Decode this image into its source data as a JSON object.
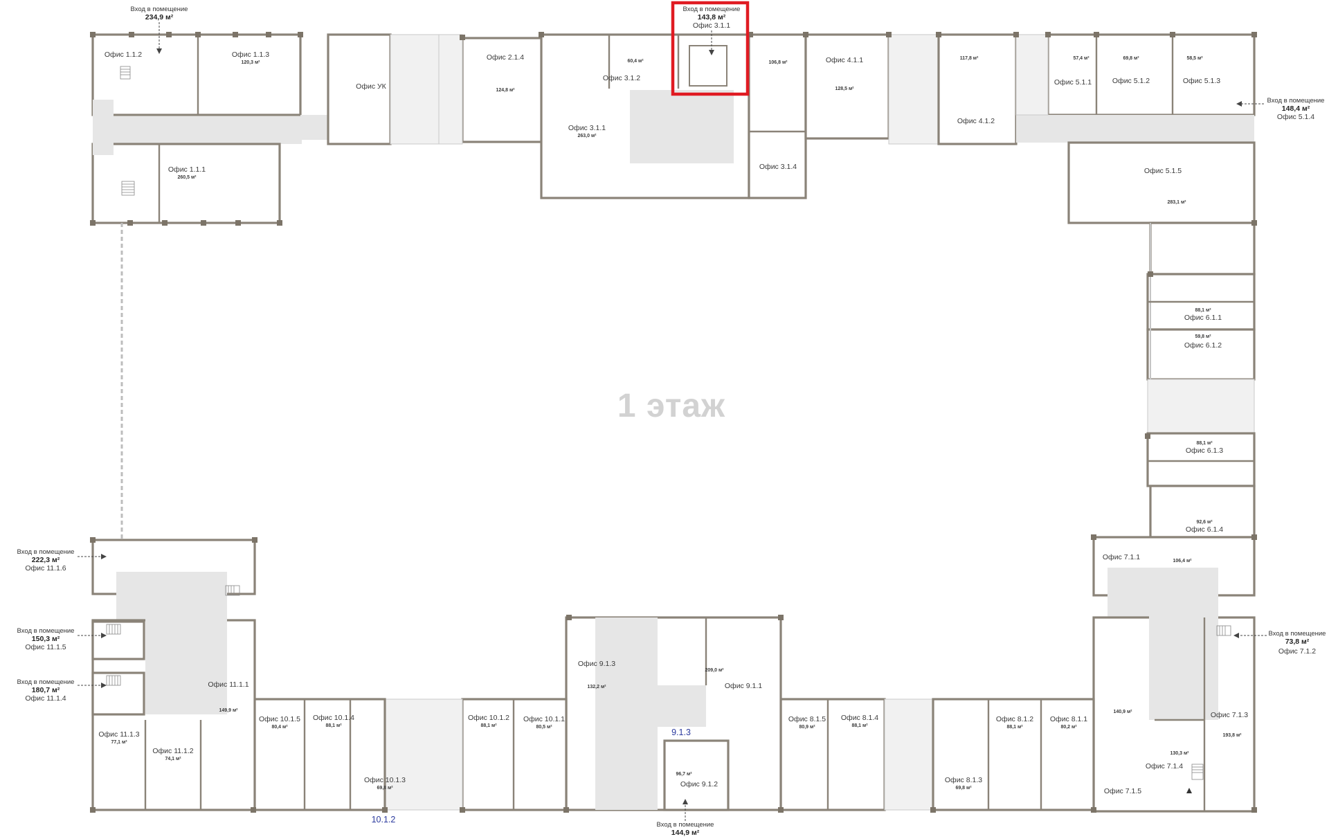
{
  "floor_label": "1 этаж",
  "offices": [
    {
      "label": "Офис 1.1.2",
      "area": "",
      "pos": "l"
    },
    {
      "label": "Офис 1.1.3",
      "area": "120,3 м²"
    },
    {
      "label": "Офис 1.1.1",
      "area": "260,5 м²"
    },
    {
      "label": "Офис УК",
      "area": ""
    },
    {
      "label": "Офис 2.1.4",
      "area": "124,8 м²"
    },
    {
      "label": "Офис 3.1.2",
      "area": "60,4 м²"
    },
    {
      "label": "Офис 3.1.1",
      "area": "263,0 м²"
    },
    {
      "label": "Офис 3.1.4",
      "area": "106,8 м²"
    },
    {
      "label": "Офис 4.1.1",
      "area": "128,5 м²"
    },
    {
      "label": "Офис 4.1.2",
      "area": "117,8 м²"
    },
    {
      "label": "Офис 5.1.1",
      "area": "57,4 м²"
    },
    {
      "label": "Офис 5.1.2",
      "area": "69,8 м²"
    },
    {
      "label": "Офис 5.1.3",
      "area": "58,5 м²"
    },
    {
      "label": "Офис 5.1.5",
      "area": "283,1 м²"
    },
    {
      "label": "Офис 6.1.1",
      "area": "88,1 м²"
    },
    {
      "label": "Офис 6.1.2",
      "area": "59,8 м²"
    },
    {
      "label": "Офис 6.1.3",
      "area": "88,1 м²"
    },
    {
      "label": "Офис 6.1.4",
      "area": "92,6 м²"
    },
    {
      "label": "Офис 7.1.1",
      "area": "106,4 м²"
    },
    {
      "label": "Офис 7.1.3",
      "area": "193,8 м²"
    },
    {
      "label": "Офис 7.1.4",
      "area": "130,3 м²"
    },
    {
      "label": "Офис 7.1.5",
      "area": "140,9 м²"
    },
    {
      "label": "Офис 8.1.1",
      "area": "80,2 м²"
    },
    {
      "label": "Офис 8.1.2",
      "area": "88,1 м²"
    },
    {
      "label": "Офис 8.1.3",
      "area": "69,8 м²"
    },
    {
      "label": "Офис 8.1.4",
      "area": "88,1 м²"
    },
    {
      "label": "Офис 8.1.5",
      "area": "80,9 м²"
    },
    {
      "label": "Офис 9.1.1",
      "area": "209,0 м²"
    },
    {
      "label": "Офис 9.1.2",
      "area": "96,7 м²"
    },
    {
      "label": "Офис 9.1.3",
      "area": "132,2 м²"
    },
    {
      "label": "Офис 10.1.1",
      "area": "80,5 м²"
    },
    {
      "label": "Офис 10.1.2",
      "area": "88,1 м²"
    },
    {
      "label": "Офис 10.1.3",
      "area": "69,8 м²"
    },
    {
      "label": "Офис 10.1.4",
      "area": "88,1 м²"
    },
    {
      "label": "Офис 10.1.5",
      "area": "80,4 м²"
    },
    {
      "label": "Офис 11.1.1",
      "area": "149,9 м²"
    },
    {
      "label": "Офис 11.1.2",
      "area": "74,1 м²"
    },
    {
      "label": "Офис 11.1.3",
      "area": "77,1 м²"
    }
  ],
  "entrances": [
    {
      "title": "Вход в помещение",
      "area": "234,9 м²",
      "office": ""
    },
    {
      "title": "Вход в помещение",
      "area": "143,8 м²",
      "office": "Офис 3.1.1"
    },
    {
      "title": "Вход в помещение",
      "area": "148,4 м²",
      "office": "Офис 5.1.4"
    },
    {
      "title": "Вход в помещение",
      "area": "73,8 м²",
      "office": "Офис 7.1.2"
    },
    {
      "title": "Вход в помещение",
      "area": "144,9 м²",
      "office": ""
    },
    {
      "title": "Вход в помещение",
      "area": "222,3 м²",
      "office": "Офис 11.1.6"
    },
    {
      "title": "Вход в помещение",
      "area": "150,3 м²",
      "office": "Офис 11.1.5"
    },
    {
      "title": "Вход в помещение",
      "area": "180,7 м²",
      "office": "Офис 11.1.4"
    }
  ],
  "blue_labels": [
    "9.1.3",
    "10.1.2"
  ],
  "highlight_color": "#e01b22",
  "accent_blue": "#2b3a9e"
}
